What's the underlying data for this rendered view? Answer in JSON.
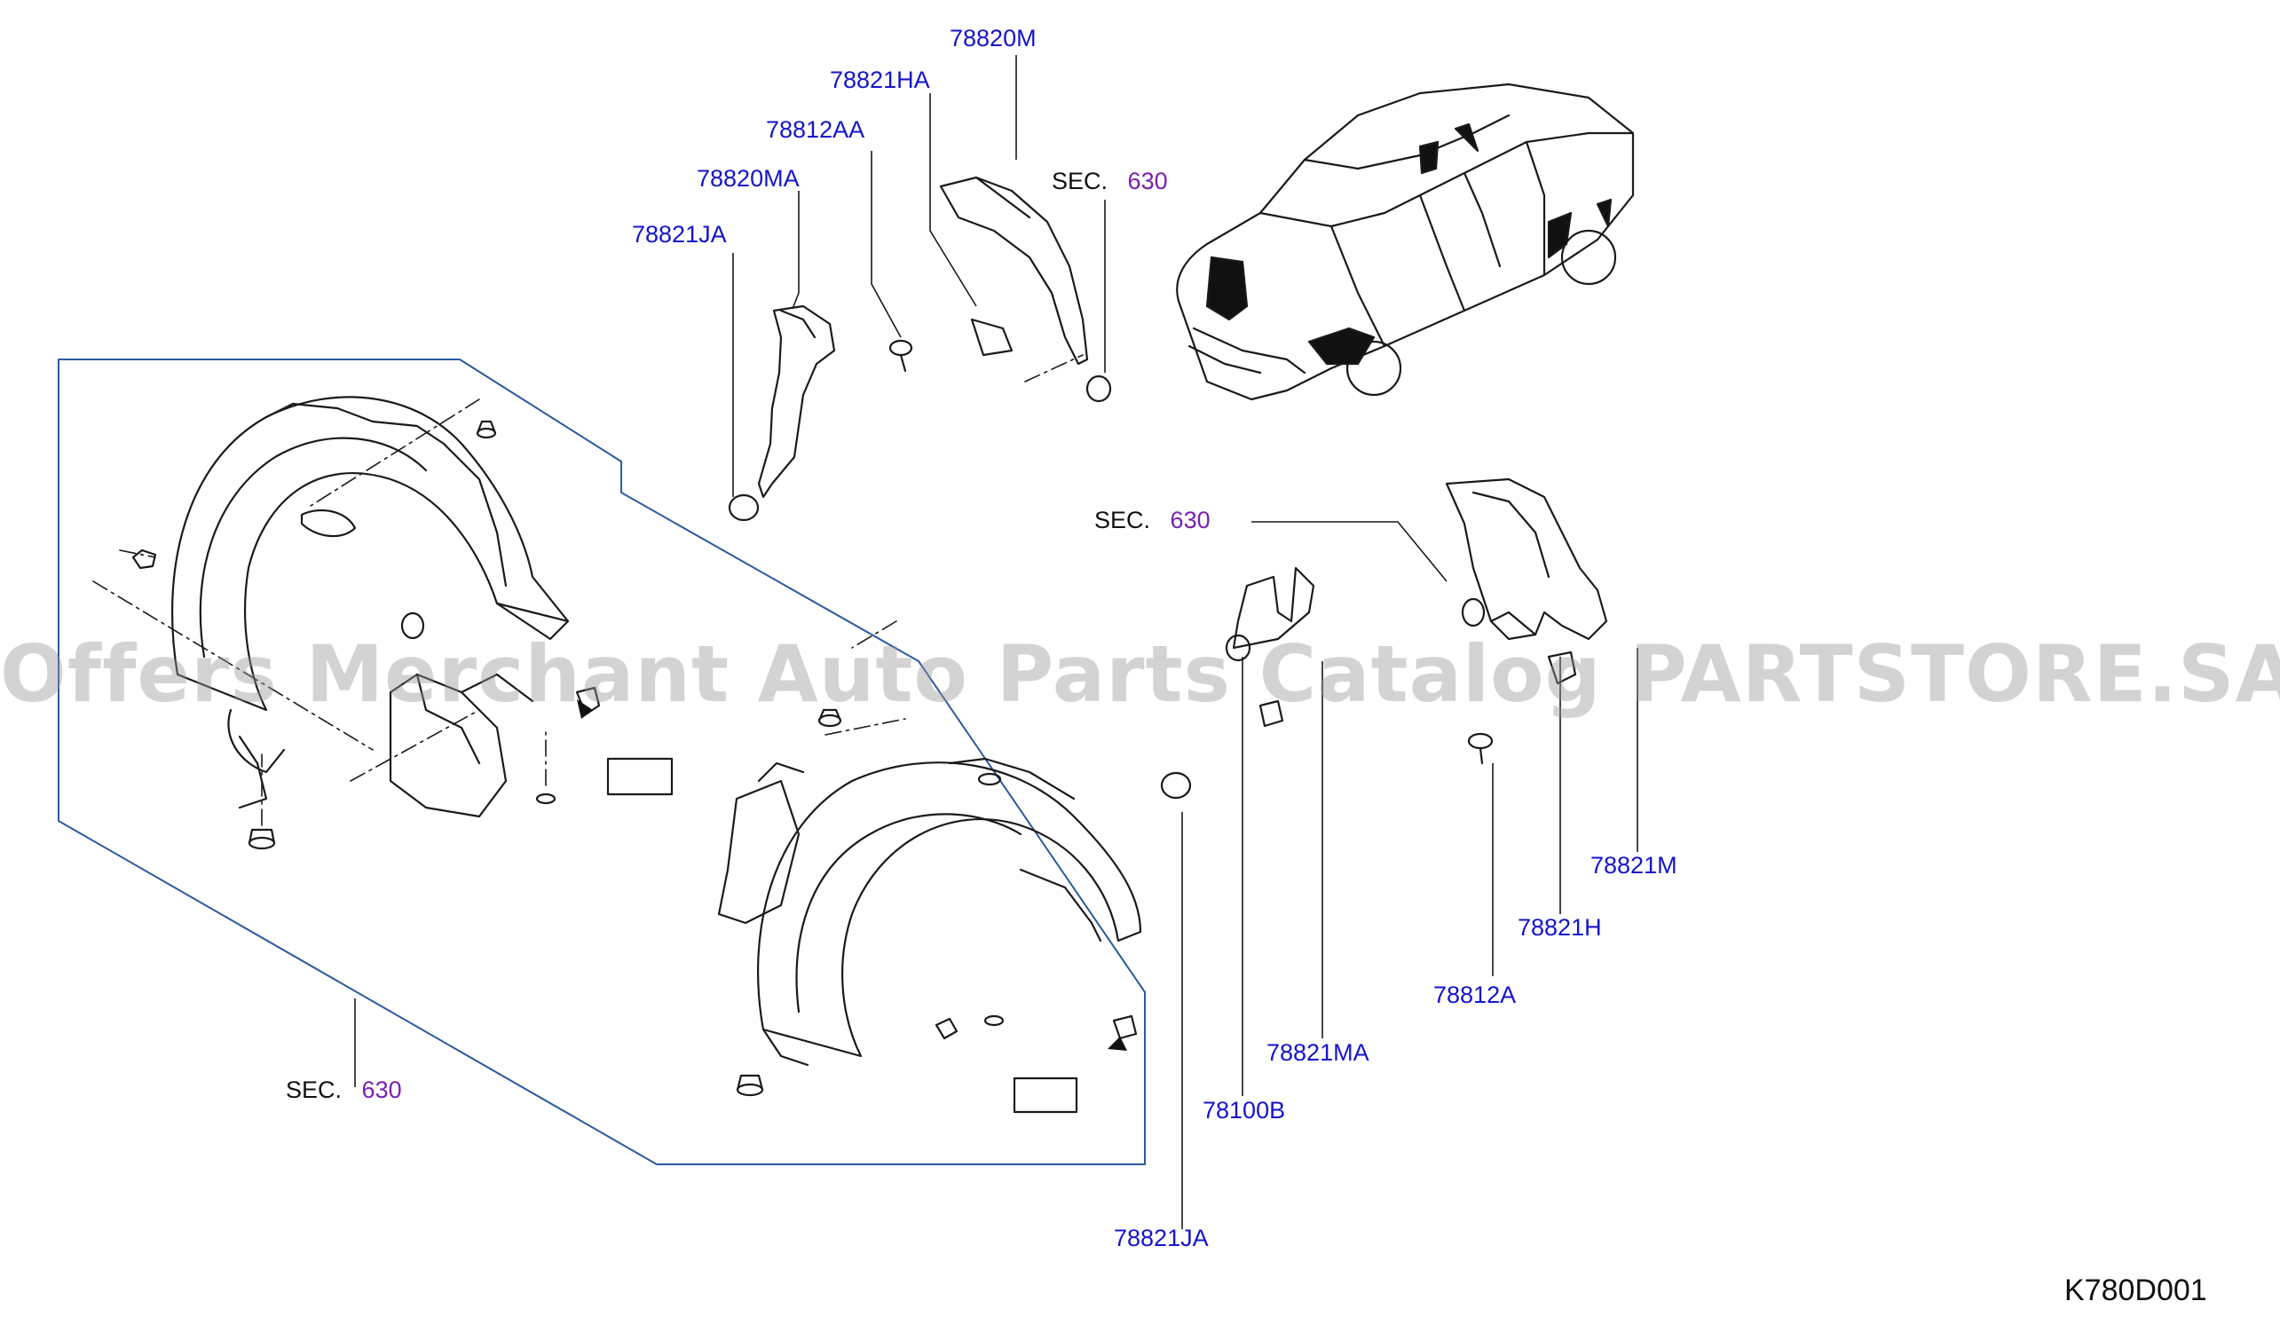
{
  "watermark": "Offers Merchant Auto Parts Catalog PARTSTORE.SA",
  "diagram_code": "K780D001",
  "sec": {
    "prefix": "SEC.",
    "number": "630"
  },
  "parts": {
    "p78820M_top": "78820M",
    "p78821HA": "78821HA",
    "p78812AA": "78812AA",
    "p78820MA": "78820MA",
    "p78821JA_top": "78821JA",
    "p78821M": "78821M",
    "p78821H": "78821H",
    "p78812A": "78812A",
    "p78821MA": "78821MA",
    "p78100B": "78100B",
    "p78821JA_bottom": "78821JA"
  },
  "colors": {
    "part_number": "#1414cc",
    "section_number": "#7a1fb0",
    "leader": "#111111",
    "frame": "#2a5aa0"
  }
}
